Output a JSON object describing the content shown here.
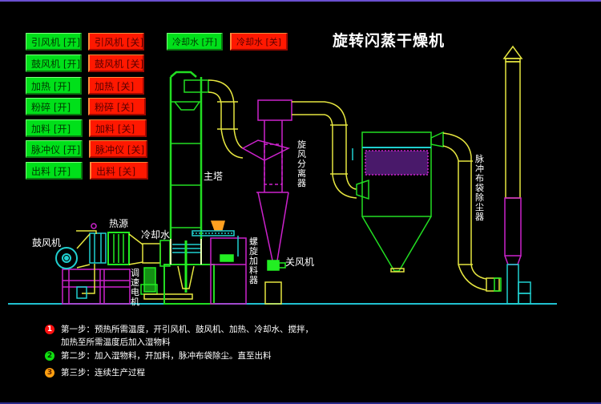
{
  "title": "旋转闪蒸干燥机",
  "colors": {
    "on_button": "#00e01a",
    "off_button": "#ff1800",
    "pipe": "#e6e640",
    "tower": "#22dd22",
    "cyclone": "#cc22cc",
    "cyan": "#20d0d0",
    "background": "#000000"
  },
  "controls": [
    {
      "on": "引风机 [开]",
      "off": "引风机 [关]"
    },
    {
      "on": "鼓风机 [开]",
      "off": "鼓风机 [关]"
    },
    {
      "on": "加热 [开]",
      "off": "加热 [关]"
    },
    {
      "on": "粉碎 [开]",
      "off": "粉碎 [关]"
    },
    {
      "on": "加料 [开]",
      "off": "加料 [关]"
    },
    {
      "on": "脉冲仪 [开]",
      "off": "脉冲仪 [关]"
    },
    {
      "on": "出料 [开]",
      "off": "出料 [关]"
    }
  ],
  "cooling": {
    "on": "冷却水 [开]",
    "off": "冷却水 [关]"
  },
  "labels": {
    "blower": "鼓风机",
    "heat_source": "热源",
    "cooling_water": "冷却水",
    "speed_motor": "调速电机",
    "main_tower": "主塔",
    "screw_feeder": "螺旋加料器",
    "cyclone": "旋风分离器",
    "air_lock": "关风机",
    "bag_filter": "脉冲布袋除尘器"
  },
  "steps": [
    {
      "num": "1",
      "color": "#ff1010",
      "lines": [
        "第一步：预热所需温度，开引风机、鼓风机、加热、冷却水、搅拌，",
        "加热至所需温度后加入湿物料"
      ]
    },
    {
      "num": "2",
      "color": "#10e010",
      "lines": [
        "第二步：加入湿物料，开加料，脉冲布袋除尘。直至出料"
      ]
    },
    {
      "num": "3",
      "color": "#ffa010",
      "lines": [
        "第三步：连续生产过程"
      ]
    }
  ]
}
